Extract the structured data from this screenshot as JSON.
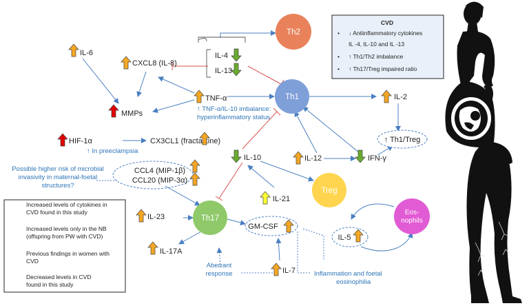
{
  "cells": {
    "th2": "Th2",
    "th1": "Th1",
    "th17": "Th17",
    "treg": "Treg",
    "eos_line1": "Eos-",
    "eos_line2": "nophils"
  },
  "cytokines": {
    "il6": "IL-6",
    "cxcl8": "CXCL8 (IL-8)",
    "il4": "IL-4",
    "il13": "IL-13",
    "tnfa": "TNF-α",
    "mmps": "MMPs",
    "hif1a": "HIF-1α",
    "cx3cl1": "CX3CL1 (fractalkine)",
    "il10": "IL-10",
    "il12": "IL-12",
    "ifng": "IFN-γ",
    "il2": "IL-2",
    "th1treg": "↑ Th1/Treg",
    "ccl4": "CCL4 (MIP-1β)",
    "ccl20": "CCL20 (MIP-3α)",
    "il21": "IL-21",
    "il23": "IL-23",
    "il17a": "IL-17A",
    "gmcsf": "GM-CSF",
    "il5": "IL-5",
    "il7": "IL-7"
  },
  "notes": {
    "tnf_imbalance_1": "↑ TNF-α/IL-10 imbalance:",
    "tnf_imbalance_2": "hyperinflammatory status",
    "preeclampsia": "↑ In preeclampsia",
    "microbial_1": "Possible higher risk of microbial",
    "microbial_2": "invasivity in maternal-foetal",
    "microbial_3": "structures?",
    "aberrant_1": "Aberrant",
    "aberrant_2": "response",
    "eos_note_1": "Inflammation and foetal",
    "eos_note_2": "eosinophilia"
  },
  "cvd_box": {
    "title": "CVD",
    "bullet1_line1": "↓ Antiinflammatory  cytokines",
    "bullet1_line2": "IL -4, IL-10 and IL -13",
    "bullet2": "↑ Th1/Th2 imbalance",
    "bullet3": "↑ Th17/Treg impaired ratio"
  },
  "legend": {
    "orange_1": "Increased levels of cytokines in",
    "orange_2": "CVD found in this study",
    "yellow_1": "Increased levels only in the NB",
    "yellow_2": "(offspring from PW with CVD)",
    "red_1": "Previous findings in women with",
    "red_2": "CVD",
    "green_1": "Decreased levels in CVD",
    "green_2": "found in this study"
  },
  "colors": {
    "orange_arrow": "#f5a623",
    "yellow_arrow": "#ffff33",
    "red_arrow": "#e00000",
    "green_arrow": "#6aab2e",
    "th1": "#7f9fd9",
    "th2": "#e9825a",
    "th17": "#8fc96a",
    "treg": "#ffd54f",
    "eosinophils": "#e15bd4",
    "link_blue": "#4a7fc1",
    "inhibit_red": "#d9534f"
  }
}
